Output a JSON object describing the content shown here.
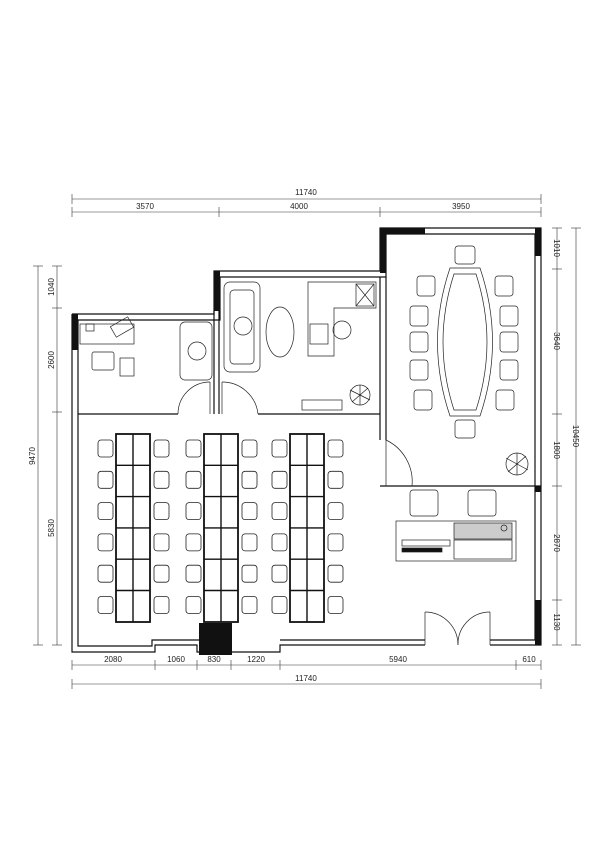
{
  "dimensions": {
    "top_total": "11740",
    "top_segments": [
      "3570",
      "4000",
      "3950"
    ],
    "bottom_segments": [
      "2080",
      "1060",
      "830",
      "1220",
      "5940",
      "610"
    ],
    "bottom_total": "11740",
    "left_total": "9470",
    "left_segments": [
      "1040",
      "2600",
      "5830"
    ],
    "right_total": "10450",
    "right_segments": [
      "1010",
      "3640",
      "1800",
      "2870",
      "1130"
    ]
  },
  "colors": {
    "line": "#111111",
    "background": "#ffffff"
  },
  "icons": [
    "chair-icon",
    "desk-icon",
    "sofa-icon",
    "plant-icon",
    "door-swing-icon",
    "table-icon",
    "stair-icon"
  ]
}
